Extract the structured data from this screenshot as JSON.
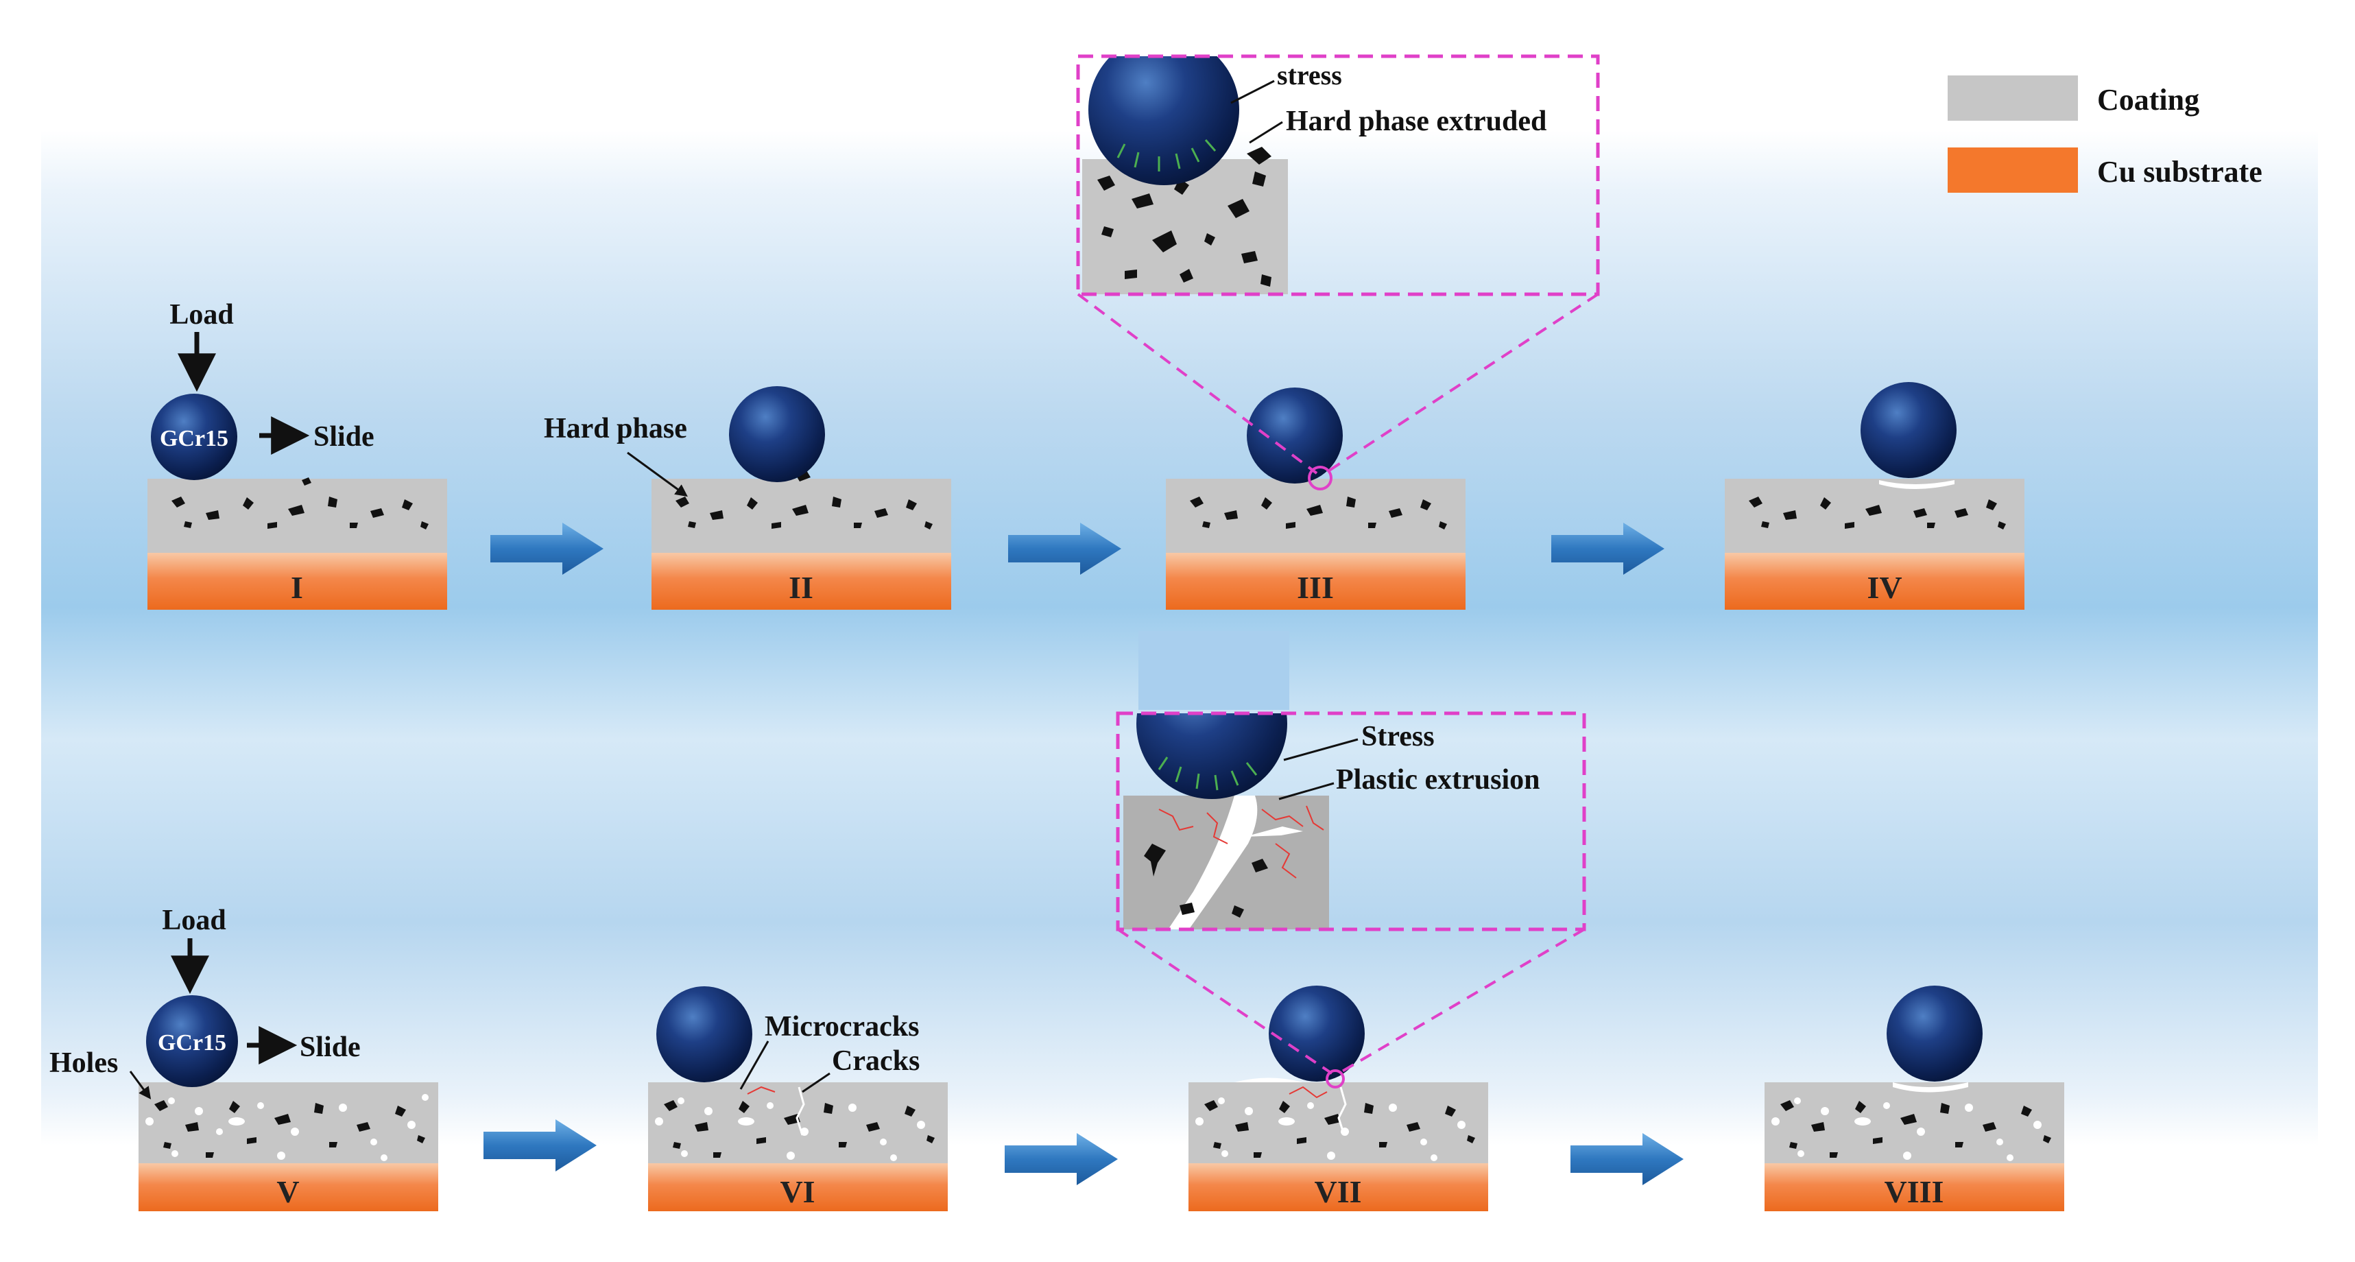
{
  "legend": {
    "coating_label": "Coating",
    "substrate_label": "Cu substrate",
    "coating_color": "#c6c6c6",
    "substrate_color": "#f4782c"
  },
  "ball_label": "GCr15",
  "colors": {
    "ball": "#15306b",
    "arrow": "#2f78c0",
    "zoom_frame": "#e040c8",
    "crack": "#e53935",
    "hard_phase": "#111111",
    "hole": "#ffffff"
  },
  "row1": {
    "load": "Load",
    "slide": "Slide",
    "hard_phase": "Hard phase",
    "zoom_stress": "stress",
    "zoom_extruded": "Hard phase extruded",
    "stages": [
      "I",
      "II",
      "III",
      "IV"
    ]
  },
  "row2": {
    "load": "Load",
    "slide": "Slide",
    "holes": "Holes",
    "microcracks": "Microcracks",
    "cracks": "Cracks",
    "zoom_stress": "Stress",
    "zoom_plastic": "Plastic extrusion",
    "stages": [
      "V",
      "VI",
      "VII",
      "VIII"
    ]
  }
}
